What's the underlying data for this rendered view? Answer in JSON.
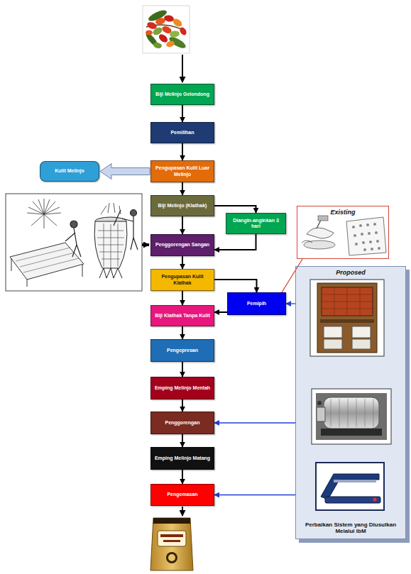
{
  "diagram": {
    "nodes": [
      {
        "text": [
          "Biji Melinjo Gelondong"
        ]
      },
      {
        "text": [
          "Pemilihan"
        ]
      },
      {
        "text": [
          "Pengupasan Kulit Luar Melinjo"
        ]
      },
      {
        "text": [
          "Kulit Melinjo"
        ]
      },
      {
        "text": [
          "Biji Melinjo (Klathak)"
        ]
      },
      {
        "text": [
          "Diangin-anginkan 3 hari"
        ]
      },
      {
        "text": [
          "Penggorengan Sangan"
        ]
      },
      {
        "text": [
          "Pengupasan Kulit Klathak"
        ]
      },
      {
        "text": [
          "Pemipih"
        ]
      },
      {
        "text": [
          "Biji Klathak Tanpa Kulit"
        ]
      },
      {
        "text": [
          "Pengepresan"
        ]
      },
      {
        "text": [
          "Emping Melinjo Mentah"
        ]
      },
      {
        "text": [
          "Penggorengan"
        ]
      },
      {
        "text": [
          "Emping Melinjo Matang"
        ]
      },
      {
        "text": [
          "Pengemasan"
        ]
      },
      {
        "text": [
          "Proposed",
          "Perbaikan Sistem yang Diusulkan Melalui IbM"
        ]
      },
      {
        "text": [
          "Existing"
        ]
      }
    ],
    "edges": [
      {
        "from": 0,
        "to": 1,
        "arrow": "to"
      },
      {
        "from": 1,
        "to": 2,
        "arrow": "to"
      },
      {
        "from": 2,
        "to": 3,
        "arrow": "to"
      },
      {
        "from": 2,
        "to": 4,
        "arrow": "to"
      },
      {
        "from": 4,
        "to": 6,
        "arrow": "to"
      },
      {
        "from": 4,
        "to": 5,
        "arrow": "to"
      },
      {
        "from": 5,
        "to": 6,
        "arrow": "to"
      },
      {
        "from": 6,
        "to": 7,
        "arrow": "to"
      },
      {
        "from": 7,
        "to": 8,
        "arrow": "to"
      },
      {
        "from": 8,
        "to": 9,
        "arrow": "to"
      },
      {
        "from": 7,
        "to": 9,
        "arrow": "to"
      },
      {
        "from": 9,
        "to": 10,
        "arrow": "to"
      },
      {
        "from": 10,
        "to": 11,
        "arrow": "to"
      },
      {
        "from": 11,
        "to": 12,
        "arrow": "to"
      },
      {
        "from": 12,
        "to": 13,
        "arrow": "to"
      },
      {
        "from": 13,
        "to": 14,
        "arrow": "to"
      },
      {
        "from": 8,
        "to": 16,
        "arrow": "none"
      },
      {
        "from": 15,
        "to": 8,
        "arrow": "to"
      },
      {
        "from": 15,
        "to": 12,
        "arrow": "to"
      },
      {
        "from": 15,
        "to": 14,
        "arrow": "to"
      }
    ]
  }
}
